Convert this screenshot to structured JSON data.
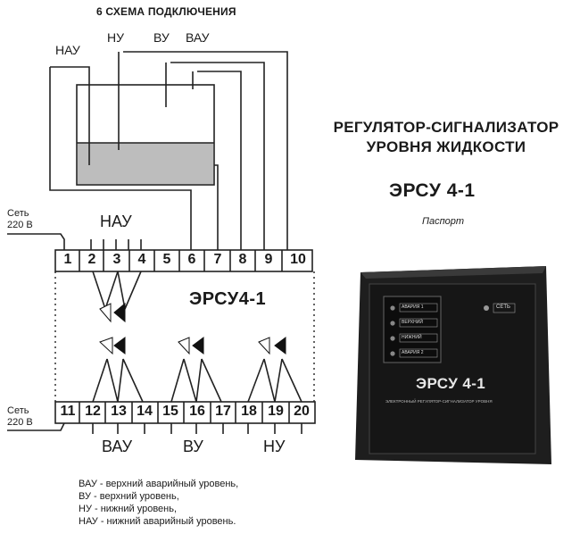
{
  "section_title": "6 СХЕМА ПОДКЛЮЧЕНИЯ",
  "probes": {
    "nau": "НАУ",
    "nu": "НУ",
    "vu": "ВУ",
    "vau": "ВАУ"
  },
  "power_top": {
    "line1": "Сеть",
    "line2": "220 В"
  },
  "power_bottom": {
    "line1": "Сеть",
    "line2": "220 В"
  },
  "group_top": "НАУ",
  "terminals_top": [
    "1",
    "2",
    "3",
    "4",
    "5",
    "6",
    "7",
    "8",
    "9",
    "10"
  ],
  "terminals_bottom": [
    "11",
    "12",
    "13",
    "14",
    "15",
    "16",
    "17",
    "18",
    "19",
    "20"
  ],
  "device_label": "ЭРСУ4-1",
  "groups_bottom": [
    "ВАУ",
    "ВУ",
    "НУ"
  ],
  "product": {
    "title_line1": "РЕГУЛЯТОР-СИГНАЛИЗАТОР",
    "title_line2": "УРОВНЯ ЖИДКОСТИ",
    "model": "ЭРСУ 4-1",
    "doc_type": "Паспорт"
  },
  "device_panel": {
    "indicators": [
      "АВАРИЯ 1",
      "ВЕРХНИЙ",
      "НИЖНИЙ",
      "АВАРИЯ 2"
    ],
    "power_indicator": "СЕТЬ",
    "model": "ЭРСУ 4-1",
    "subtitle": "ЭЛЕКТРОННЫЙ РЕГУЛЯТОР-СИГНАЛИЗАТОР УРОВНЯ"
  },
  "legend": [
    "ВАУ - верхний аварийный уровень,",
    "ВУ - верхний уровень,",
    "НУ - нижний уровень,",
    "НАУ - нижний аварийный уровень."
  ]
}
